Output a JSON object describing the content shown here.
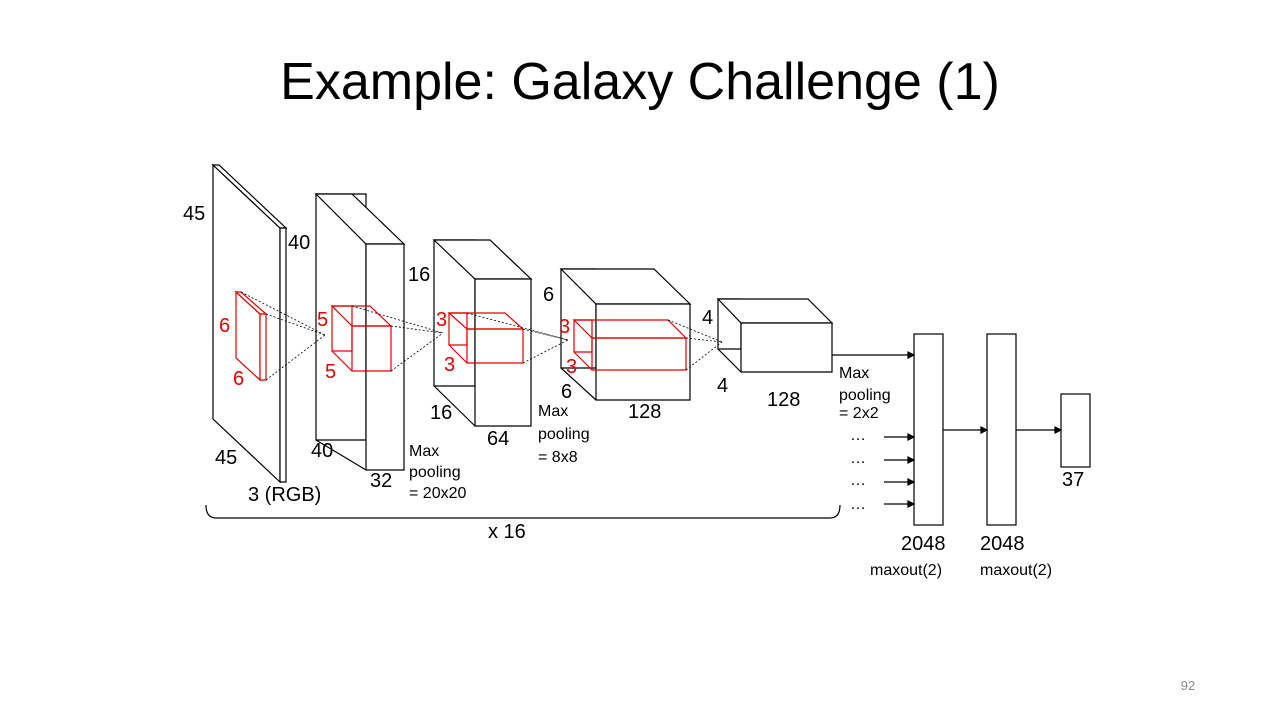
{
  "slide": {
    "title": "Example: Galaxy Challenge (1)",
    "page_number": "92"
  },
  "diagram": {
    "input": {
      "height": "45",
      "width": "45",
      "depth": "3 (RGB)",
      "kernel_h": "6",
      "kernel_w": "6"
    },
    "layer1": {
      "height": "40",
      "width": "40",
      "depth": "32",
      "kernel_a": "5",
      "kernel_b": "5",
      "pool_line1": "Max",
      "pool_line2": "pooling",
      "pool_line3": "= 20x20"
    },
    "layer2": {
      "height": "16",
      "width": "16",
      "depth": "64",
      "kernel_a": "3",
      "kernel_b": "3",
      "pool_line1": "Max",
      "pool_line2": "pooling",
      "pool_line3": "= 8x8"
    },
    "layer3": {
      "height": "6",
      "width": "6",
      "depth": "128",
      "kernel_a": "3",
      "kernel_b": "3"
    },
    "layer4": {
      "height": "4",
      "width": "4",
      "depth": "128",
      "pool_line1": "Max",
      "pool_line2": "pooling",
      "pool_line3": "= 2x2"
    },
    "dots": "…",
    "repeat_label": "x 16",
    "fc1": {
      "units": "2048",
      "activation": "maxout(2)"
    },
    "fc2": {
      "units": "2048",
      "activation": "maxout(2)"
    },
    "output": {
      "units": "37"
    }
  }
}
